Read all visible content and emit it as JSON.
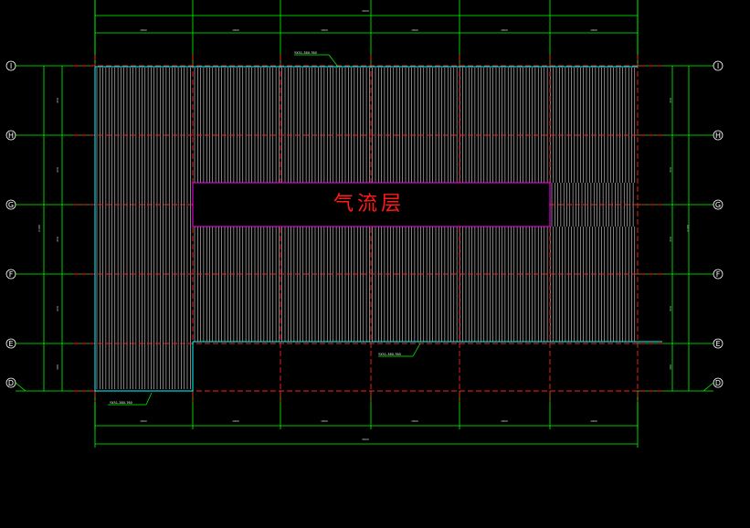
{
  "drawing": {
    "zone_label": "气流层",
    "colors": {
      "background": "#000000",
      "grid_green": "#00ff00",
      "axis_red": "#ff2020",
      "roof_panel": "#ffffff",
      "opening_magenta": "#ff00ff",
      "edge_cyan": "#00ffff"
    }
  },
  "axes": {
    "left": [
      {
        "id": "axis-I",
        "label": "I"
      },
      {
        "id": "axis-H",
        "label": "H"
      },
      {
        "id": "axis-G",
        "label": "G"
      },
      {
        "id": "axis-F",
        "label": "F"
      },
      {
        "id": "axis-E",
        "label": "E"
      },
      {
        "id": "axis-D",
        "label": "D"
      }
    ],
    "right": [
      {
        "id": "axis-I",
        "label": "I"
      },
      {
        "id": "axis-H",
        "label": "H"
      },
      {
        "id": "axis-G",
        "label": "G"
      },
      {
        "id": "axis-F",
        "label": "F"
      },
      {
        "id": "axis-E",
        "label": "E"
      },
      {
        "id": "axis-D",
        "label": "D"
      }
    ]
  },
  "dimensions": {
    "top_total": "3600",
    "top_spans": [
      "1800",
      "1800",
      "1800",
      "1800",
      "1800",
      "1800"
    ],
    "bottom_total": "3600",
    "bottom_spans": [
      "1800",
      "1800",
      "1800",
      "1800",
      "1800",
      "1800"
    ],
    "left_spans": [
      "450",
      "450",
      "450",
      "450",
      "300"
    ],
    "left_total": "2100",
    "right_spans": [
      "450",
      "450",
      "450",
      "450",
      "300"
    ],
    "right_total": "2100"
  },
  "notes": {
    "top_note": "YX51-380-760",
    "bottom_note": "YX51-380-760",
    "corner_note": "YX51-380-760"
  }
}
